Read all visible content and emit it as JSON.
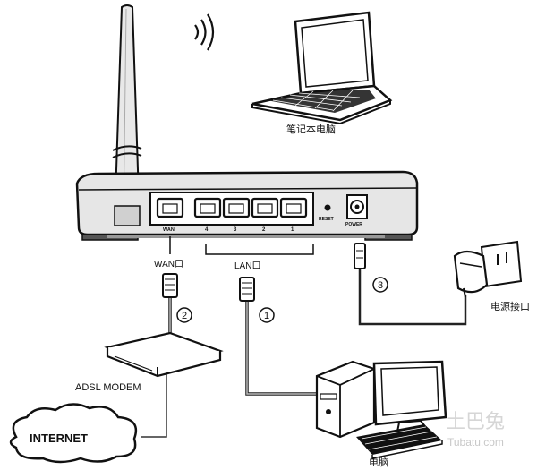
{
  "labels": {
    "laptop": "笔记本电脑",
    "wan_port": "WAN口",
    "lan_port": "LAN口",
    "power_port": "电源接口",
    "modem": "ADSL MODEM",
    "internet": "INTERNET",
    "desktop": "电脑",
    "step_1": "1",
    "step_2": "2",
    "step_3": "3"
  },
  "router_panel": {
    "wan": "WAN",
    "lan_1": "1",
    "lan_2": "2",
    "lan_3": "3",
    "lan_4": "4",
    "reset": "RESET",
    "power": "POWER"
  },
  "watermark": {
    "brand": "土巴兔",
    "site": "Tubatu.com"
  },
  "icons": [
    "antenna-icon",
    "wifi-waves-icon",
    "laptop-icon",
    "router-icon",
    "rj45-plug-icon",
    "power-adapter-icon",
    "modem-icon",
    "desktop-computer-icon",
    "cloud-icon"
  ]
}
